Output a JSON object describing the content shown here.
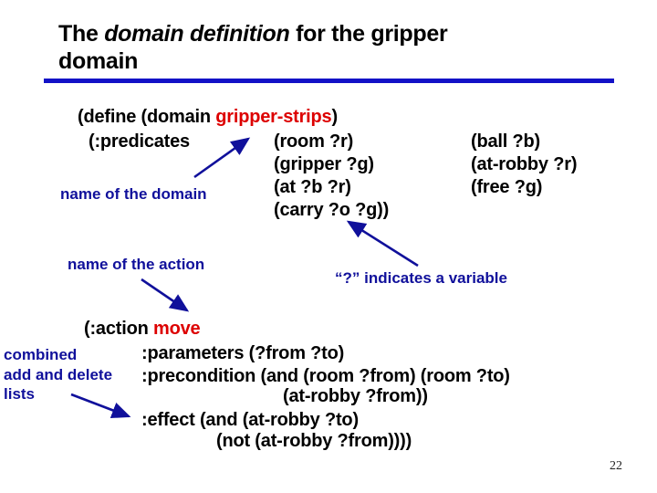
{
  "slide": {
    "title": {
      "pre": "The ",
      "emph": "domain definition",
      "post": " for the gripper",
      "line2": "domain"
    },
    "page_number": "22"
  },
  "code": {
    "define_open": "(define (domain ",
    "domain_name": "gripper-strips",
    "define_close": ")",
    "predicates_keyword": "(:predicates",
    "predicates_col1": [
      "(room ?r)",
      "(gripper ?g)",
      "(at ?b ?r)",
      "(carry ?o ?g))"
    ],
    "predicates_col2": [
      "(ball ?b)",
      "(at-robby ?r)",
      "(free ?g)"
    ],
    "action_open": "(:action ",
    "action_name": "move",
    "parameters_line": ":parameters (?from ?to)",
    "precondition_line1": ":precondition (and (room ?from) (room ?to)",
    "precondition_line2": "(at-robby ?from))",
    "effect_line1": ":effect (and (at-robby ?to)",
    "effect_line2": "(not (at-robby ?from))))"
  },
  "annotations": {
    "domain_label": "name of the domain",
    "action_label": "name of the action",
    "variable_note": "“?” indicates a variable",
    "combined_line1": "combined",
    "combined_line2": "add and delete",
    "combined_line3": "lists"
  },
  "colors": {
    "accent_red": "#dd0000",
    "annotation_blue": "#10109b",
    "underline_blue": "#1312c7"
  }
}
